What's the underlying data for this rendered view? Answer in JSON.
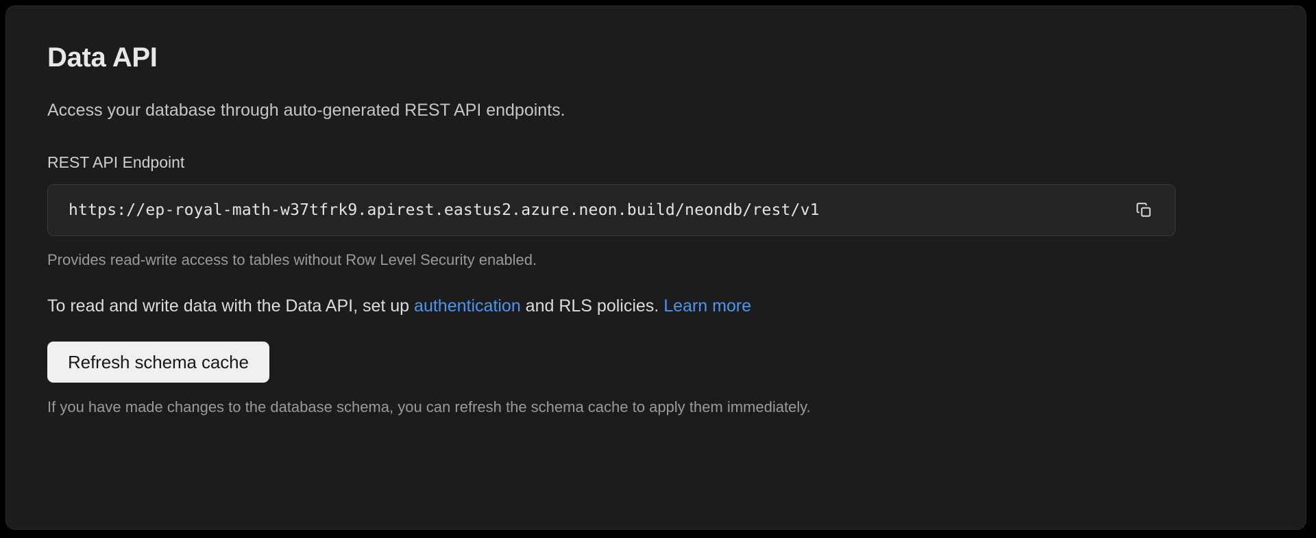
{
  "card": {
    "title": "Data API",
    "subtitle": "Access your database through auto-generated REST API endpoints.",
    "endpoint": {
      "label": "REST API Endpoint",
      "value": "https://ep-royal-math-w37tfrk9.apirest.eastus2.azure.neon.build/neondb/rest/v1",
      "copy_icon": "copy-icon",
      "helper_text": "Provides read-write access to tables without Row Level Security enabled."
    },
    "info": {
      "text_before_link": "To read and write data with the Data API, set up ",
      "link_auth": "authentication",
      "text_middle": " and RLS policies. ",
      "link_learn_more": "Learn more"
    },
    "refresh": {
      "button_label": "Refresh schema cache",
      "note": "If you have made changes to the database schema, you can refresh the schema cache to apply them immediately."
    }
  },
  "colors": {
    "page_background": "#000000",
    "card_background": "#1c1c1c",
    "card_border": "#2b2b2b",
    "input_background": "#242424",
    "input_border": "#3a3a3a",
    "link": "#4c94f2",
    "button_background": "#f0f0f0",
    "button_text": "#17181a",
    "muted_text": "#9a9a9a",
    "title_text": "#e8e8e8"
  }
}
